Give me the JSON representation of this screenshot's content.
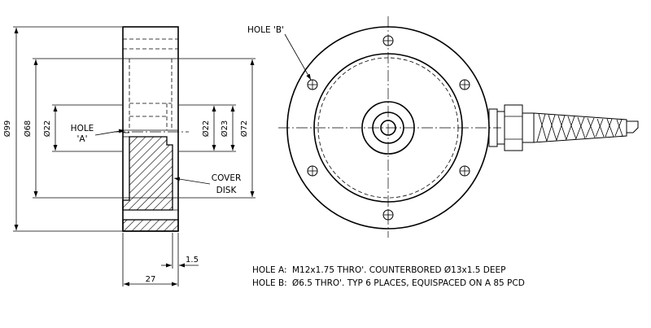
{
  "side_view": {
    "dimensions": {
      "d99": "Ø99",
      "d68": "Ø68",
      "d22_left": "Ø22",
      "d22_right": "Ø22",
      "d23": "Ø23",
      "d72": "Ø72",
      "width_27": "27",
      "depth_1_5": "1.5"
    },
    "labels": {
      "hole_a_line1": "HOLE",
      "hole_a_line2": "'A'",
      "cover_line1": "COVER",
      "cover_line2": "DISK"
    }
  },
  "front_view": {
    "hole_b_label": "HOLE 'B'"
  },
  "notes": [
    {
      "key": "HOLE A:",
      "text": "M12x1.75 THRO'.  COUNTERBORED Ø13x1.5 DEEP"
    },
    {
      "key": "HOLE B:",
      "text": "Ø6.5 THRO'.  TYP 6 PLACES, EQUISPACED ON A 85 PCD"
    }
  ]
}
